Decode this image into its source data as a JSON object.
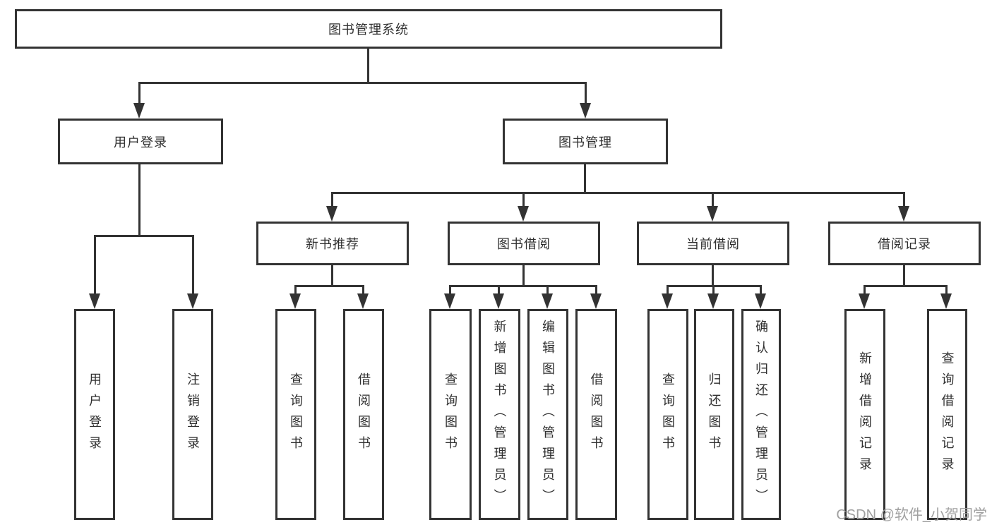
{
  "nodes": {
    "root": "图书管理系统",
    "l2_login": "用户登录",
    "l2_mgmt": "图书管理",
    "l3_new_books": "新书推荐",
    "l3_borrow": "图书借阅",
    "l3_current": "当前借阅",
    "l3_records": "借阅记录",
    "leaf_login_user": "用户登录",
    "leaf_login_logout": "注销登录",
    "leaf_nb_query": "查询图书",
    "leaf_nb_borrow": "借阅图书",
    "leaf_bw_query": "查询图书",
    "leaf_bw_add": "新增图书（管理员）",
    "leaf_bw_edit": "编辑图书（管理员）",
    "leaf_bw_borrow": "借阅图书",
    "leaf_cur_query": "查询图书",
    "leaf_cur_return": "归还图书",
    "leaf_cur_confirm": "确认归还（管理员）",
    "leaf_rec_add": "新增借阅记录",
    "leaf_rec_query": "查询借阅记录"
  },
  "tree": {
    "root": "图书管理系统",
    "children": [
      {
        "label": "用户登录",
        "children": [
          "用户登录",
          "注销登录"
        ]
      },
      {
        "label": "图书管理",
        "children": [
          {
            "label": "新书推荐",
            "children": [
              "查询图书",
              "借阅图书"
            ]
          },
          {
            "label": "图书借阅",
            "children": [
              "查询图书",
              "新增图书（管理员）",
              "编辑图书（管理员）",
              "借阅图书"
            ]
          },
          {
            "label": "当前借阅",
            "children": [
              "查询图书",
              "归还图书",
              "确认归还（管理员）"
            ]
          },
          {
            "label": "借阅记录",
            "children": [
              "新增借阅记录",
              "查询借阅记录"
            ]
          }
        ]
      }
    ]
  },
  "watermark": "CSDN @软件_小贺同学",
  "colors": {
    "line": "#333333",
    "text": "#2f2f2f",
    "background": "#ffffff",
    "watermark": "#a0a0a0"
  }
}
